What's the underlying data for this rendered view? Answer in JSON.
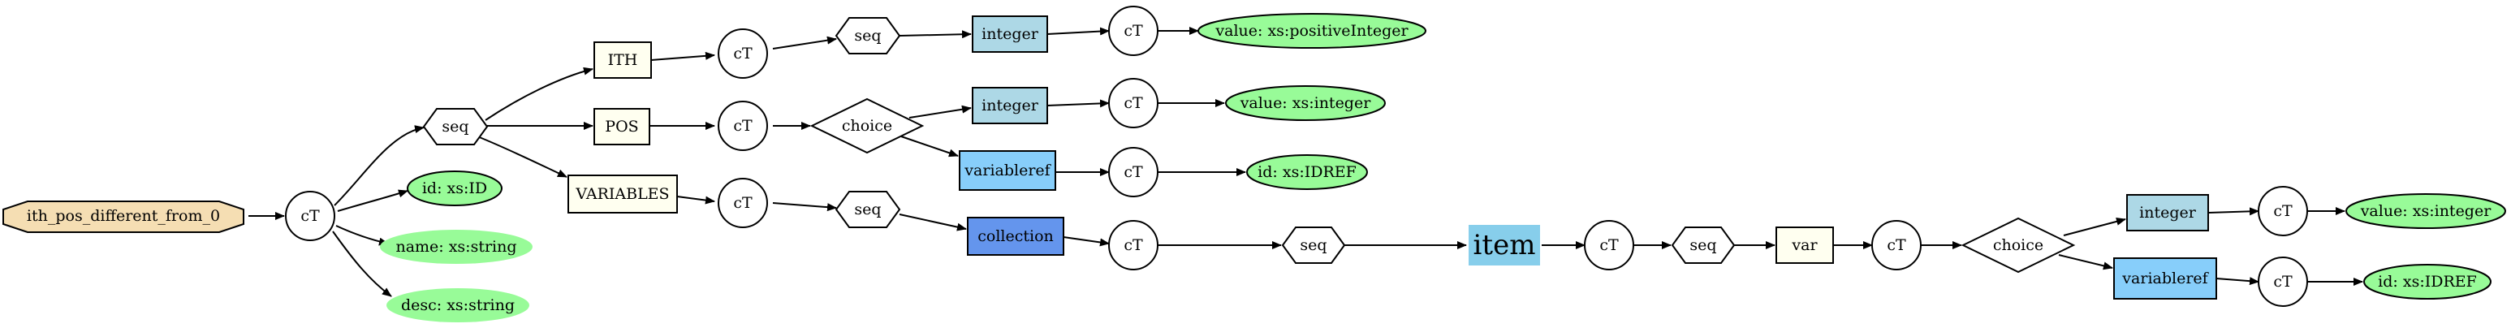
{
  "colors": {
    "root_fill": "#f5deb3",
    "element_fill": "#fffff0",
    "attribute_fill": "#98fb98",
    "integer_fill": "#add8e6",
    "variableref_fill": "#87cefa",
    "collection_fill": "#6495ed",
    "item_fill": "#87ceeb",
    "plain_fill": "#ffffff"
  },
  "nodes": {
    "root": "ith_pos_different_from_0",
    "ct_root": "cT",
    "attr_id": "id: xs:ID",
    "attr_name": "name: xs:string",
    "attr_desc": "desc: xs:string",
    "seq_root": "seq",
    "ith": "ITH",
    "ct_ith": "cT",
    "seq_ith": "seq",
    "integer_ith": "integer",
    "ct_int_ith": "cT",
    "value_ith": "value: xs:positiveInteger",
    "pos": "POS",
    "ct_pos": "cT",
    "choice_pos": "choice",
    "integer_pos": "integer",
    "ct_int_pos": "cT",
    "value_pos": "value: xs:integer",
    "varref_pos": "variableref",
    "ct_varref_pos": "cT",
    "id_varref_pos": "id: xs:IDREF",
    "variables": "VARIABLES",
    "ct_variables": "cT",
    "seq_variables": "seq",
    "collection": "collection",
    "ct_collection": "cT",
    "seq_collection": "seq",
    "item": "item",
    "ct_item": "cT",
    "seq_item": "seq",
    "var": "var",
    "ct_var": "cT",
    "choice_var": "choice",
    "integer_var": "integer",
    "ct_int_var": "cT",
    "value_var": "value: xs:integer",
    "varref_var": "variableref",
    "ct_varref_var": "cT",
    "id_varref_var": "id: xs:IDREF"
  }
}
